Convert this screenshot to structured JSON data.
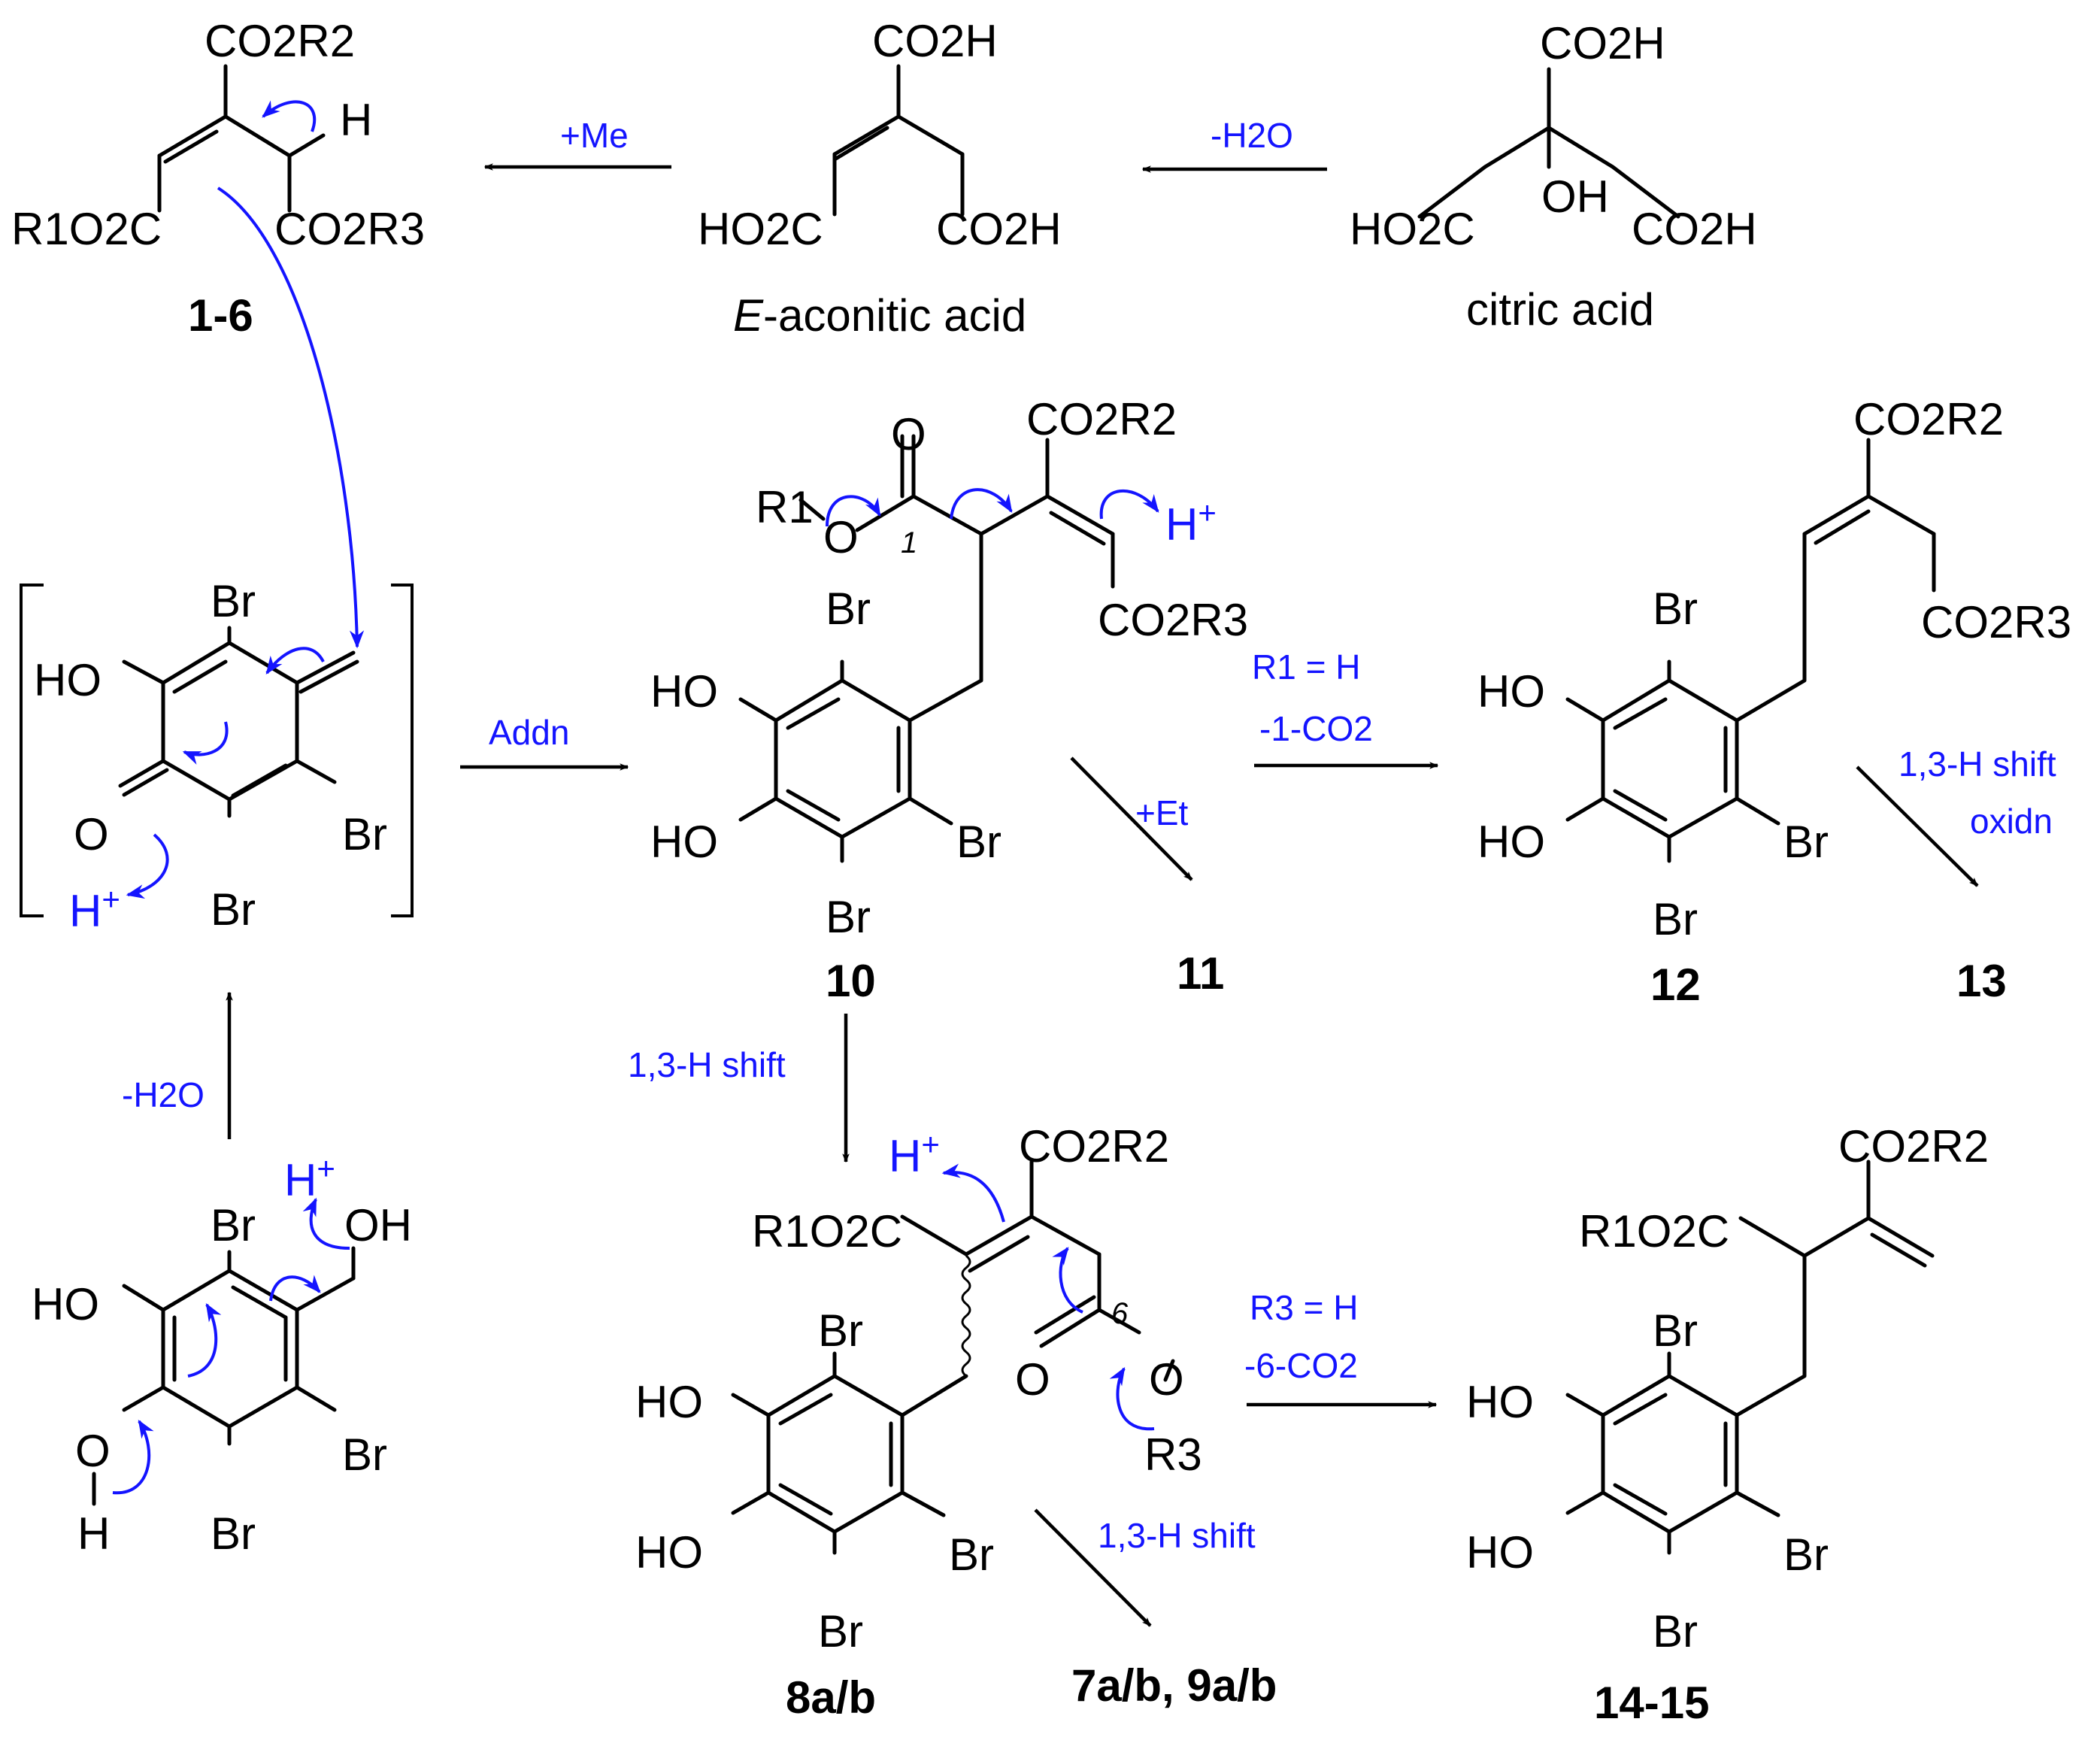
{
  "diagram": {
    "title": "",
    "colors": {
      "text": "#000000",
      "mechanism": "#1414ff",
      "background": "#ffffff"
    },
    "molecules": {
      "citric_acid": {
        "name": "citric acid",
        "groups": {
          "top": "CO2H",
          "left": "HO2C",
          "right": "CO2H",
          "center": "OH"
        }
      },
      "aconitic_acid": {
        "name": "E-aconitic acid",
        "name_italic": "E",
        "name_rest": "-aconitic acid",
        "groups": {
          "top": "CO2H",
          "left": "HO2C",
          "right": "CO2H"
        }
      },
      "esters_1_6": {
        "label": "1-6",
        "groups": {
          "top": "CO2R2",
          "left": "R1O2C",
          "right": "CO2R3",
          "h": "H"
        }
      },
      "quinone_methide": {
        "groups": {
          "ho": "HO",
          "o": "O",
          "br_top": "Br",
          "br_right": "Br",
          "br_bottom": "Br",
          "h_plus": "H+"
        }
      },
      "benzyl_alcohol": {
        "groups": {
          "ho": "HO",
          "o": "O",
          "h": "H",
          "oh": "OH",
          "br_top": "Br",
          "br_right": "Br",
          "br_bottom": "Br",
          "h_plus": "H+"
        }
      },
      "compound_10": {
        "label": "10",
        "groups": {
          "r1": "R1",
          "o_ester": "O",
          "o_carbonyl": "O",
          "pos": "1",
          "top": "CO2R2",
          "right": "CO2R3",
          "h_plus": "H+",
          "ho1": "HO",
          "ho2": "HO",
          "br_top": "Br",
          "br_right": "Br",
          "br_bottom": "Br"
        }
      },
      "compound_12": {
        "label": "12",
        "groups": {
          "top": "CO2R2",
          "right": "CO2R3",
          "ho1": "HO",
          "ho2": "HO",
          "br_top": "Br",
          "br_right": "Br",
          "br_bottom": "Br"
        }
      },
      "compound_8": {
        "label": "8a/b",
        "groups": {
          "left": "R1O2C",
          "top": "CO2R2",
          "h_plus": "H+",
          "pos": "6",
          "o_carbonyl": "O",
          "o_ester": "O",
          "r3": "R3",
          "ho1": "HO",
          "ho2": "HO",
          "br_top": "Br",
          "br_right": "Br",
          "br_bottom": "Br"
        }
      },
      "compound_14": {
        "label": "14-15",
        "groups": {
          "left": "R1O2C",
          "top": "CO2R2",
          "ho1": "HO",
          "ho2": "HO",
          "br_top": "Br",
          "br_right": "Br",
          "br_bottom": "Br"
        }
      }
    },
    "products": {
      "p11": "11",
      "p13": "13",
      "p7_9": "7a/b, 9a/b"
    },
    "conditions": {
      "dehydration_top": "-H2O",
      "methylation": "+Me",
      "addition": "Addn",
      "dehydration_left": "-H2O",
      "ethylation": "+Et",
      "decarbox_1_line1": "R1 = H",
      "decarbox_1_line2": "-1-CO2",
      "shift_oxid_line1": "1,3-H shift",
      "shift_oxid_line2": "oxidn",
      "shift_down": "1,3-H shift",
      "decarbox_6_line1": "R3 = H",
      "decarbox_6_line2": "-6-CO2",
      "shift_lower": "1,3-H shift"
    }
  }
}
